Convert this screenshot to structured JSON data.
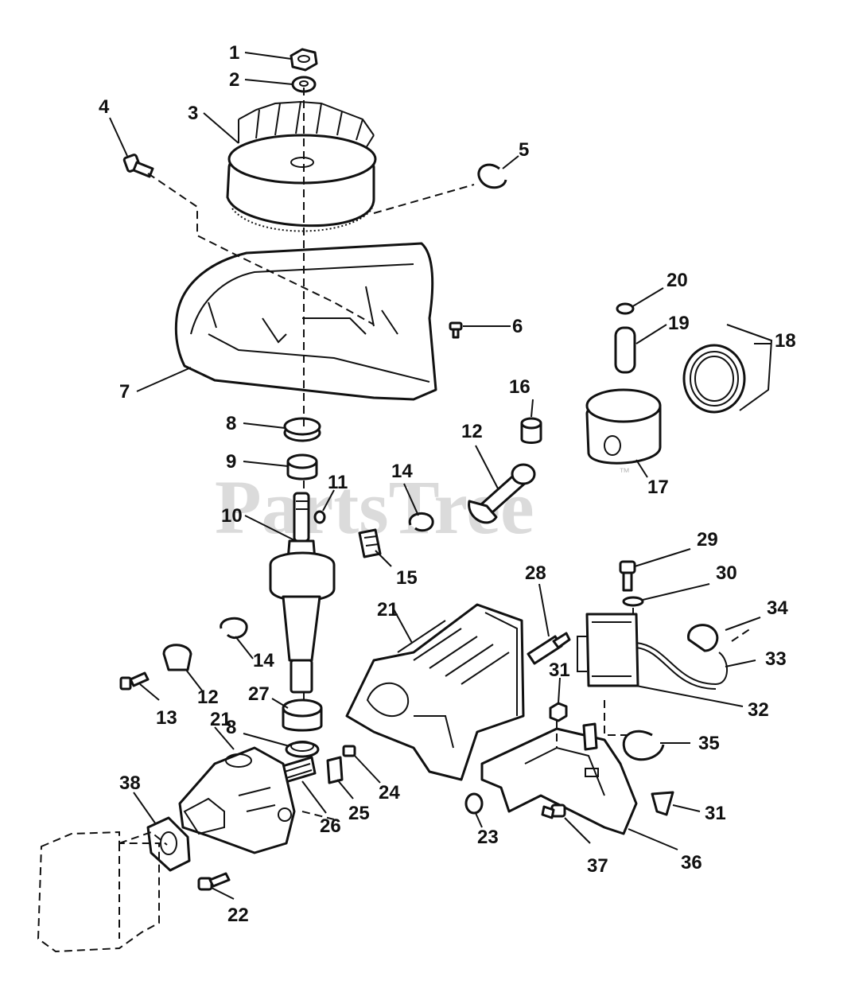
{
  "watermark": {
    "text": "PartsTree",
    "mark": "™"
  },
  "labels": {
    "l1": "1",
    "l2": "2",
    "l3": "3",
    "l4": "4",
    "l5": "5",
    "l6": "6",
    "l7": "7",
    "l8a": "8",
    "l8b": "8",
    "l9": "9",
    "l10": "10",
    "l11": "11",
    "l12a": "12",
    "l12b": "12",
    "l13": "13",
    "l14a": "14",
    "l14b": "14",
    "l15": "15",
    "l16": "16",
    "l17": "17",
    "l18": "18",
    "l19": "19",
    "l20": "20",
    "l21a": "21",
    "l21b": "21",
    "l22": "22",
    "l23": "23",
    "l24": "24",
    "l25": "25",
    "l26": "26",
    "l27": "27",
    "l28": "28",
    "l29": "29",
    "l30": "30",
    "l31a": "31",
    "l31b": "31",
    "l32": "32",
    "l33": "33",
    "l34": "34",
    "l35": "35",
    "l36": "36",
    "l37": "37",
    "l38": "38"
  }
}
